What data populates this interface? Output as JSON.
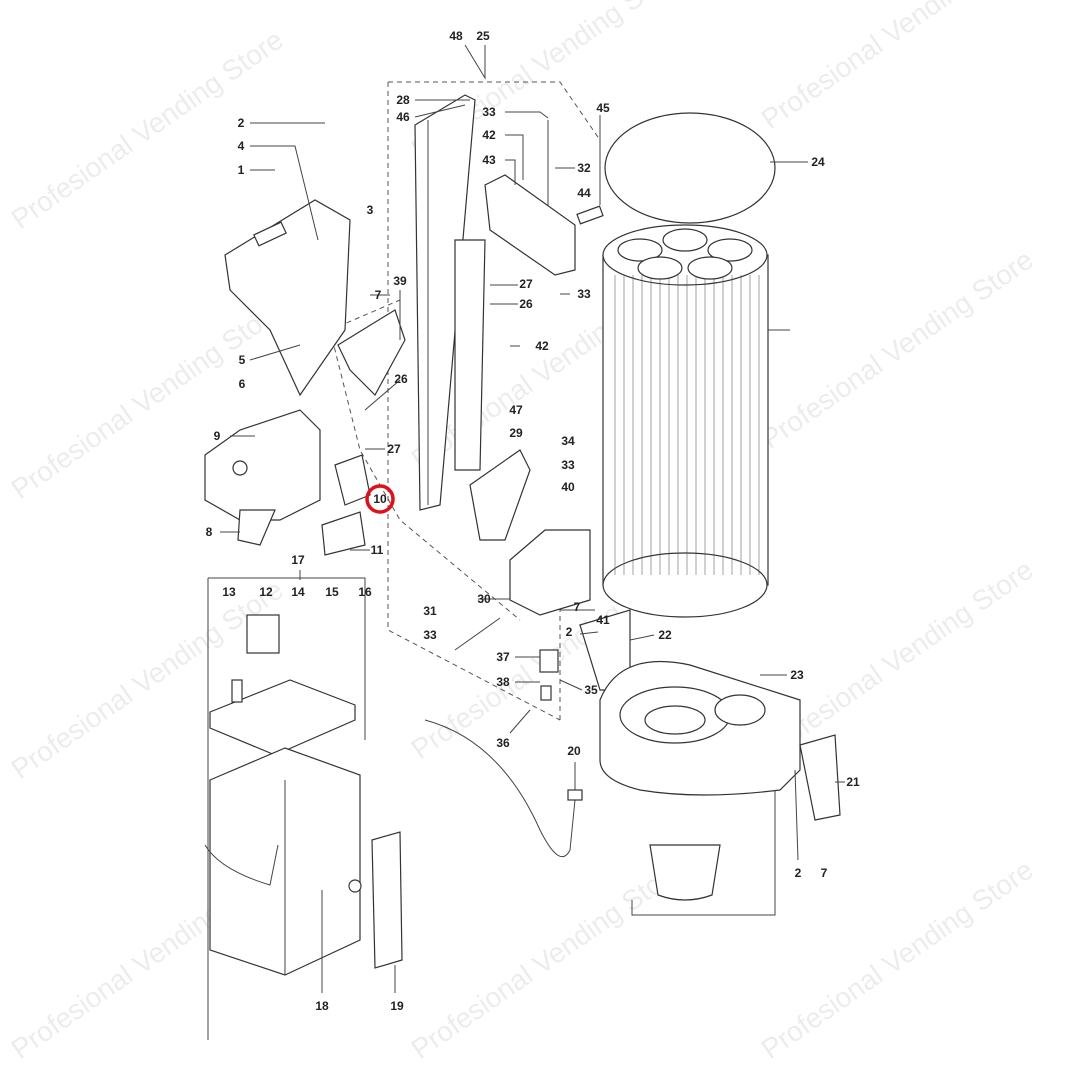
{
  "watermark": "Profesional Vending Store",
  "highlighted_callout": "10",
  "highlight_color": "#e0101a",
  "callouts": [
    "48",
    "25",
    "28",
    "46",
    "33",
    "42",
    "43",
    "32",
    "45",
    "24",
    "2",
    "4",
    "1",
    "3",
    "44",
    "7",
    "27",
    "26",
    "33",
    "39",
    "5",
    "6",
    "42",
    "26",
    "9",
    "27",
    "47",
    "29",
    "34",
    "33",
    "40",
    "10",
    "8",
    "11",
    "17",
    "13",
    "12",
    "14",
    "15",
    "16",
    "31",
    "33",
    "30",
    "7",
    "41",
    "2",
    "22",
    "37",
    "38",
    "35",
    "23",
    "36",
    "20",
    "21",
    "2",
    "7",
    "18",
    "19"
  ]
}
